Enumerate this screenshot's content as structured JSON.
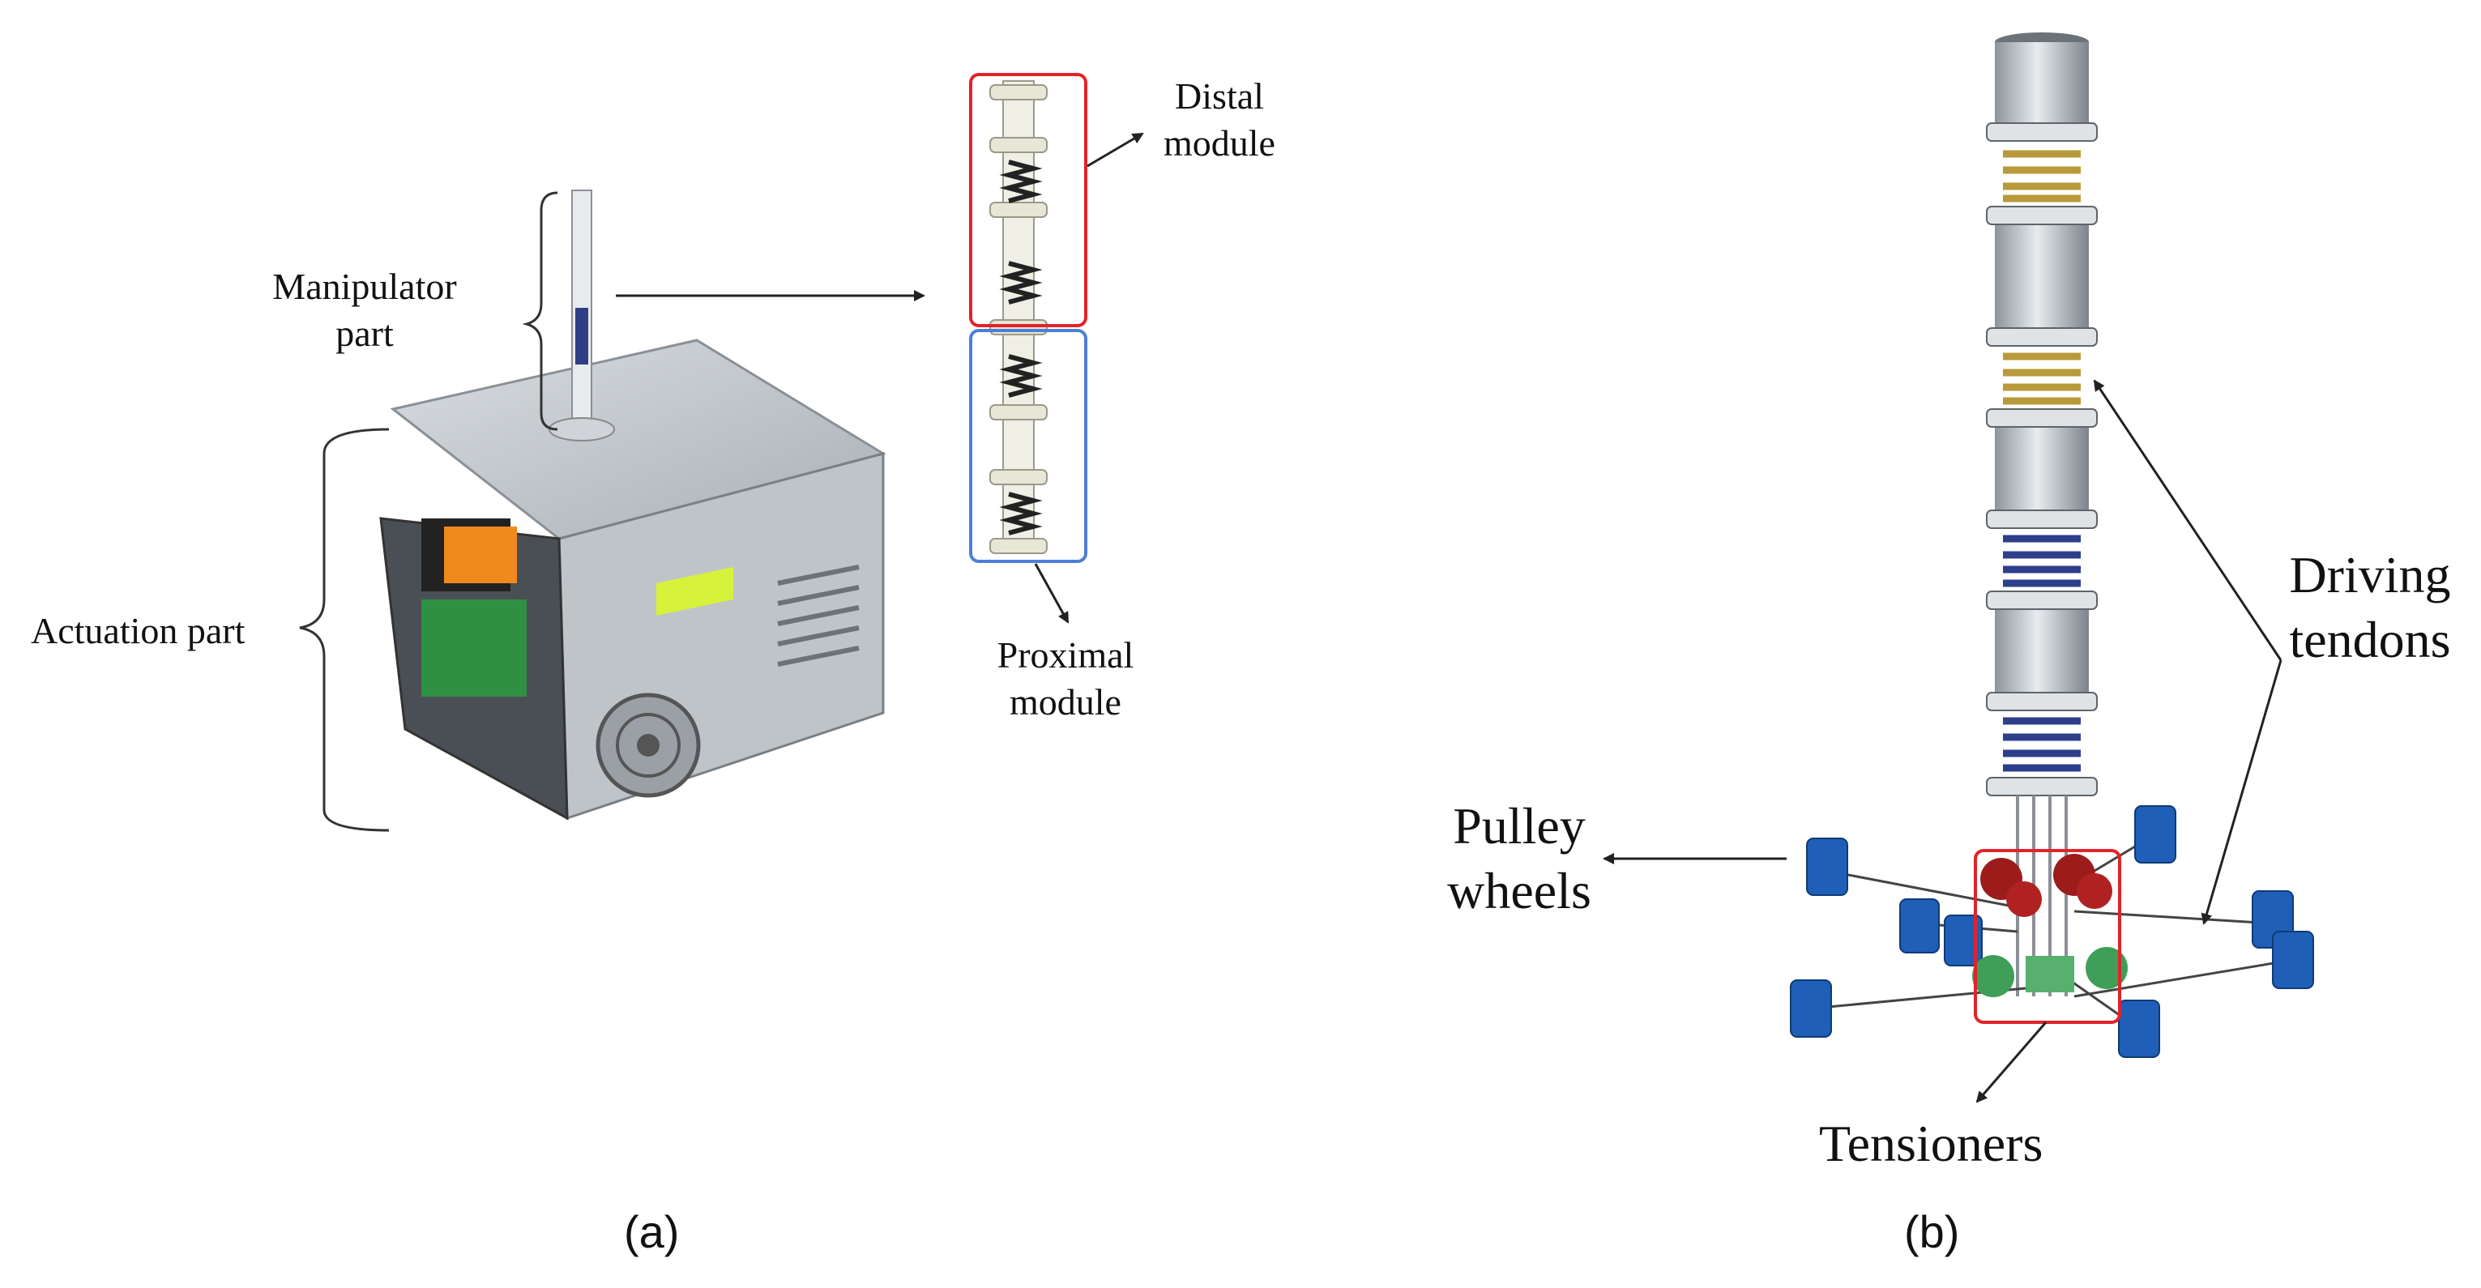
{
  "panel_a": {
    "caption": "(a)",
    "labels": {
      "manipulator": "Manipulator part",
      "actuation": "Actuation part",
      "distal": "Distal module",
      "proximal": "Proximal module"
    }
  },
  "panel_b": {
    "caption": "(b)",
    "labels": {
      "driving_tendons": "Driving tendons",
      "pulley_wheels": "Pulley wheels",
      "tensioners": "Tensioners"
    }
  },
  "colors": {
    "distal_box": "#e0242a",
    "proximal_box": "#4d7fd6",
    "highlight_box": "#e0242a",
    "yellow_spring": "#b89a3a",
    "blue_spring": "#2d3f8a",
    "tensioner_blue": "#1f5fb8",
    "pulley_red": "#9c1c1c",
    "pulley_green": "#3f9e58"
  }
}
